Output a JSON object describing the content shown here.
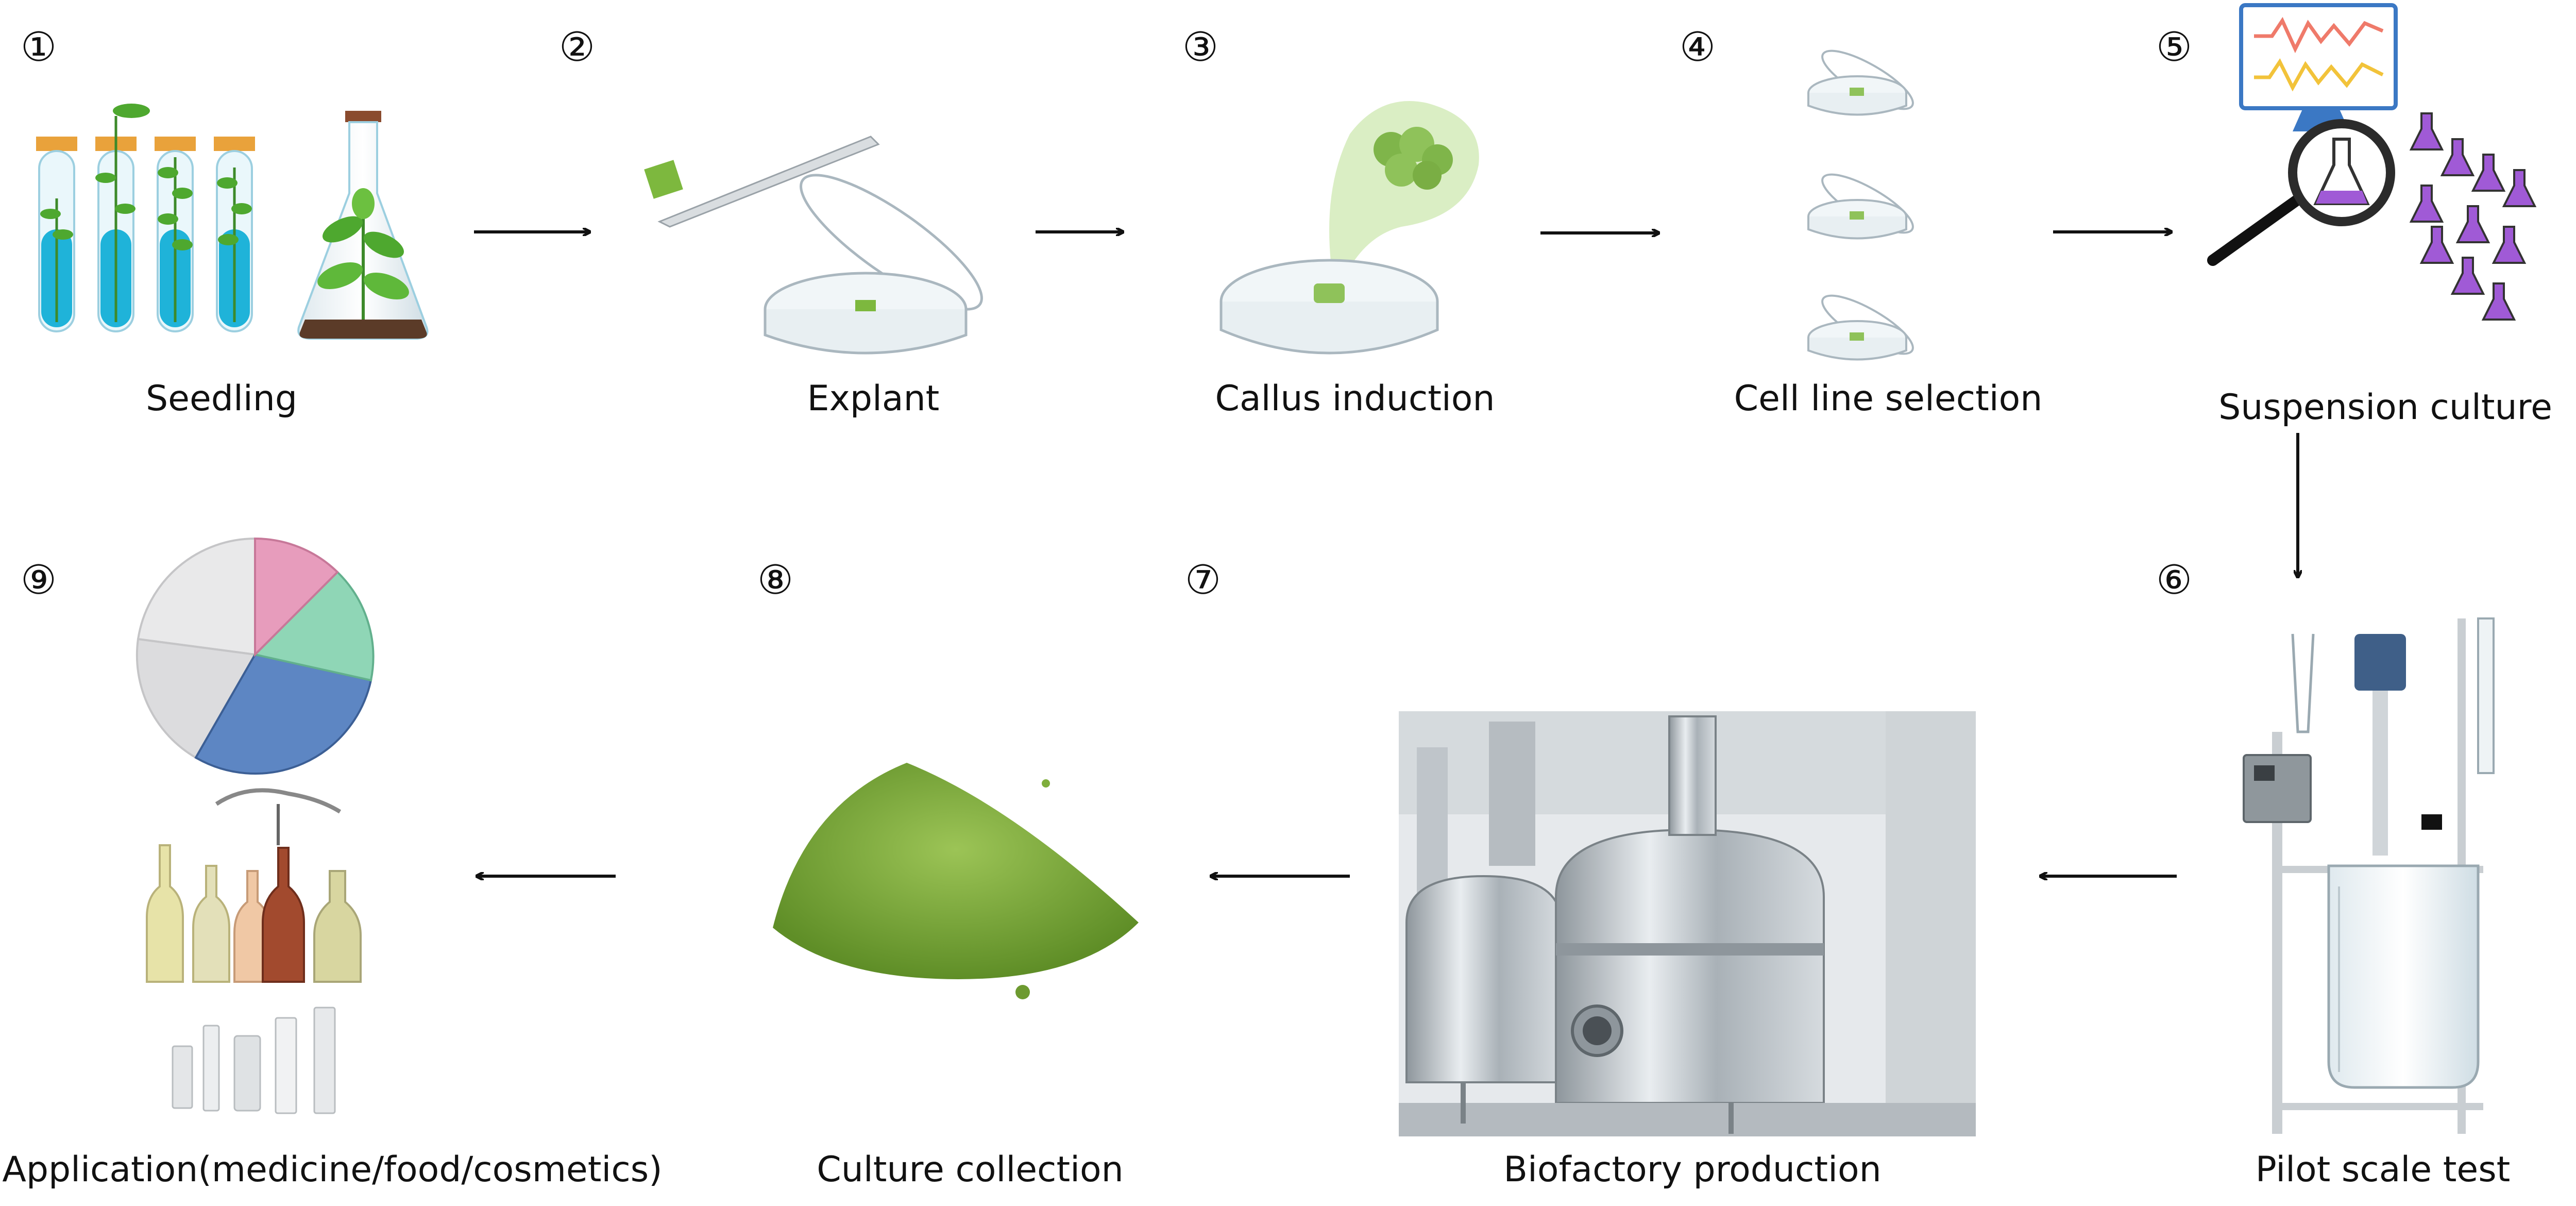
{
  "steps": [
    {
      "number": "①",
      "label": "Seedling"
    },
    {
      "number": "②",
      "label": "Explant"
    },
    {
      "number": "③",
      "label": "Callus induction"
    },
    {
      "number": "④",
      "label": "Cell line selection"
    },
    {
      "number": "⑤",
      "label": "Suspension culture"
    },
    {
      "number": "⑥",
      "label": "Pilot scale test"
    },
    {
      "number": "⑦",
      "label": "Biofactory production"
    },
    {
      "number": "⑧",
      "label": "Culture collection"
    },
    {
      "number": "⑨",
      "label": "Application(medicine/food/cosmetics)"
    }
  ],
  "colors": {
    "tube_liquid": "#1fb3d9",
    "leaf_green": "#4ea82f",
    "callus_green": "#8fc25a",
    "flask_purple": "#a05ad6",
    "monitor_blue": "#3b78c4",
    "powder_green": "#7fae3c",
    "steel": "#b9c0c6"
  }
}
